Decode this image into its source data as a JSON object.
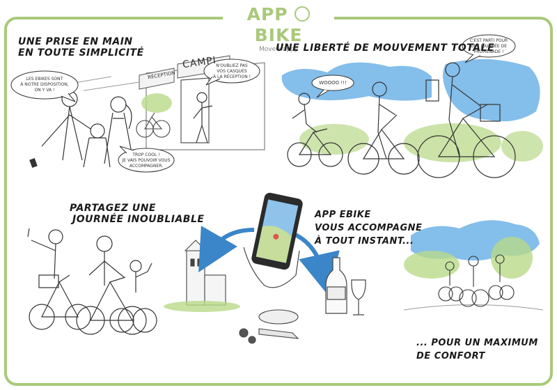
{
  "brand": {
    "name_left": "APP",
    "name_right": "BIKE",
    "tagline": "Move Happy",
    "color": "#a9c97a"
  },
  "panels": [
    {
      "caption_line1": "UNE PRISE EN MAIN",
      "caption_line2": "EN TOUTE SIMPLICITÉ"
    },
    {
      "caption_line1": "UNE LIBERTÉ DE MOUVEMENT TOTALE"
    },
    {
      "caption_line1": "PARTAGEZ UNE",
      "caption_line2": "JOURNÉE INOUBLIABLE"
    },
    {
      "caption_line1": "APP EBIKE",
      "caption_line2": "VOUS ACCOMPAGNE",
      "caption_line3": "À TOUT INSTANT..."
    },
    {
      "caption_line1": "... POUR UN MAXIMUM",
      "caption_line2": "DE CONFORT"
    }
  ],
  "signs": {
    "reception": "RÉCEPTION",
    "camping": "CAMPI"
  },
  "bubbles": {
    "ebikes": [
      "LES EBIKES SONT",
      "À NOTRE DISPOSITION,",
      "ON Y VA !"
    ],
    "casques": [
      "N'OUBLIEZ PAS",
      "VOS CASQUES",
      "À LA RÉCEPTION !"
    ],
    "trop_cool": [
      "TROP COOL !",
      "JE VAIS POUVOIR VOUS",
      "ACCOMPAGNER."
    ],
    "woooo": [
      "WOOOO !!!"
    ],
    "cest_parti": [
      "C'EST PARTI POUR",
      "UNE JOURNÉE DE",
      "PROMENADE !"
    ]
  },
  "colors": {
    "frame": "#a9c97a",
    "sky": "#6fb3e6",
    "foliage": "#b9d98a",
    "arrow": "#3a86c8"
  },
  "icons": [
    "bicycle-icon",
    "smartphone-icon",
    "wine-bottle-icon",
    "church-icon"
  ]
}
